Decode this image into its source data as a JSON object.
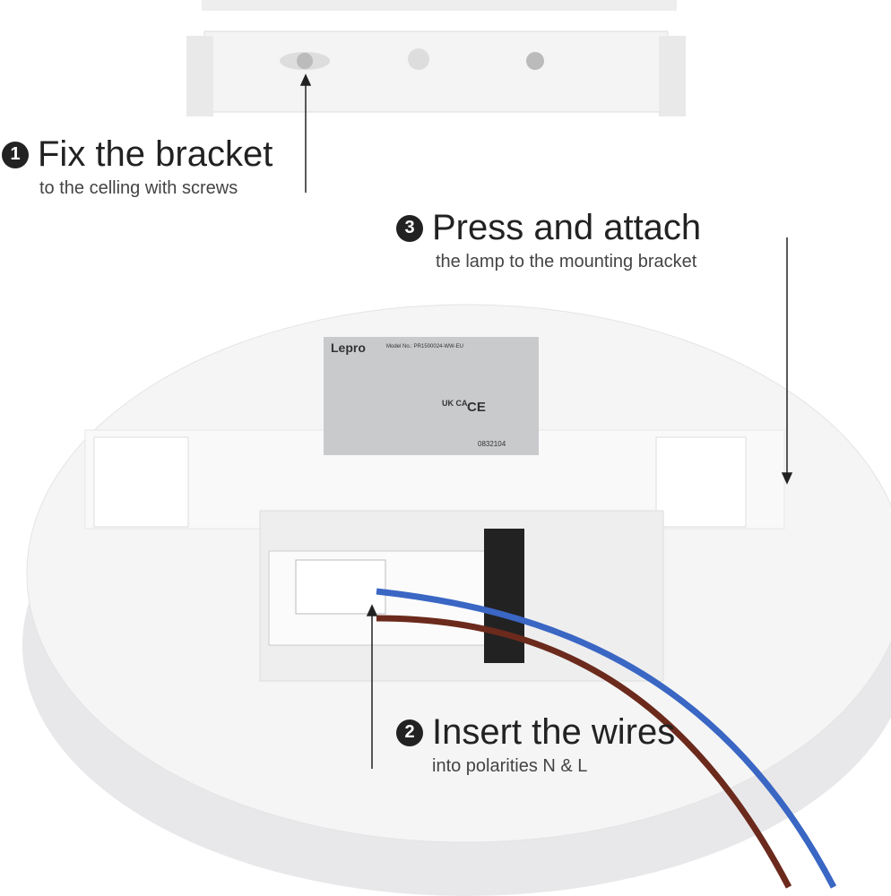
{
  "steps": [
    {
      "number": "1",
      "title": "Fix the bracket",
      "subtitle": "to the celling with screws"
    },
    {
      "number": "2",
      "title": "Insert the wires",
      "subtitle": "into polarities N & L"
    },
    {
      "number": "3",
      "title": "Press and attach",
      "subtitle": "the lamp to the mounting bracket"
    }
  ],
  "label": {
    "brand": "Lepro",
    "model": "Model No.: PR1500024-WW-EU",
    "ukca": "UK CA",
    "ce": "CE",
    "code": "0832104"
  },
  "colors": {
    "text": "#222222",
    "wire_blue": "#3a66c4",
    "wire_brown": "#6b2a1c",
    "lamp": "#f1f1f1",
    "label": "#c9cacc"
  }
}
